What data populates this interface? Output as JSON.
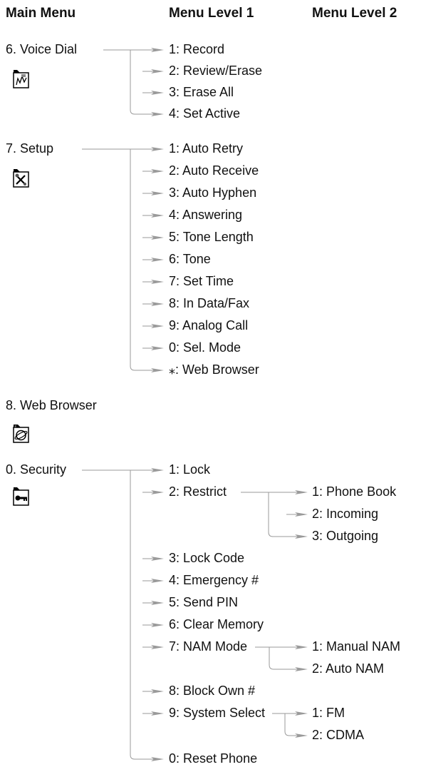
{
  "headers": {
    "main_menu": "Main Menu",
    "level1": "Menu Level 1",
    "level2": "Menu Level 2"
  },
  "main_items": [
    {
      "label": "6. Voice Dial",
      "icon": "voice-dial-icon"
    },
    {
      "label": "7. Setup",
      "icon": "setup-icon"
    },
    {
      "label": "8. Web Browser",
      "icon": "web-browser-icon"
    },
    {
      "label": "0. Security",
      "icon": "security-key-icon"
    }
  ],
  "voice_dial": [
    "1: Record",
    "2: Review/Erase",
    "3: Erase All",
    "4: Set Active"
  ],
  "setup": [
    "1: Auto Retry",
    "2: Auto Receive",
    "3: Auto Hyphen",
    "4: Answering",
    "5: Tone Length",
    "6: Tone",
    "7: Set Time",
    "8: In Data/Fax",
    "9: Analog Call",
    "0: Sel. Mode",
    "⁎: Web Browser"
  ],
  "security": [
    "1: Lock",
    "2: Restrict",
    "3: Lock Code",
    "4: Emergency #",
    "5: Send PIN",
    "6: Clear Memory",
    "7: NAM Mode",
    "8: Block Own #",
    "9: System Select",
    "0: Reset Phone"
  ],
  "restrict": [
    "1: Phone Book",
    "2: Incoming",
    "3: Outgoing"
  ],
  "nam_mode": [
    "1: Manual NAM",
    "2: Auto NAM"
  ],
  "system_select": [
    "1: FM",
    "2: CDMA"
  ],
  "colors": {
    "line": "#9a9a9a",
    "text": "#111111"
  }
}
